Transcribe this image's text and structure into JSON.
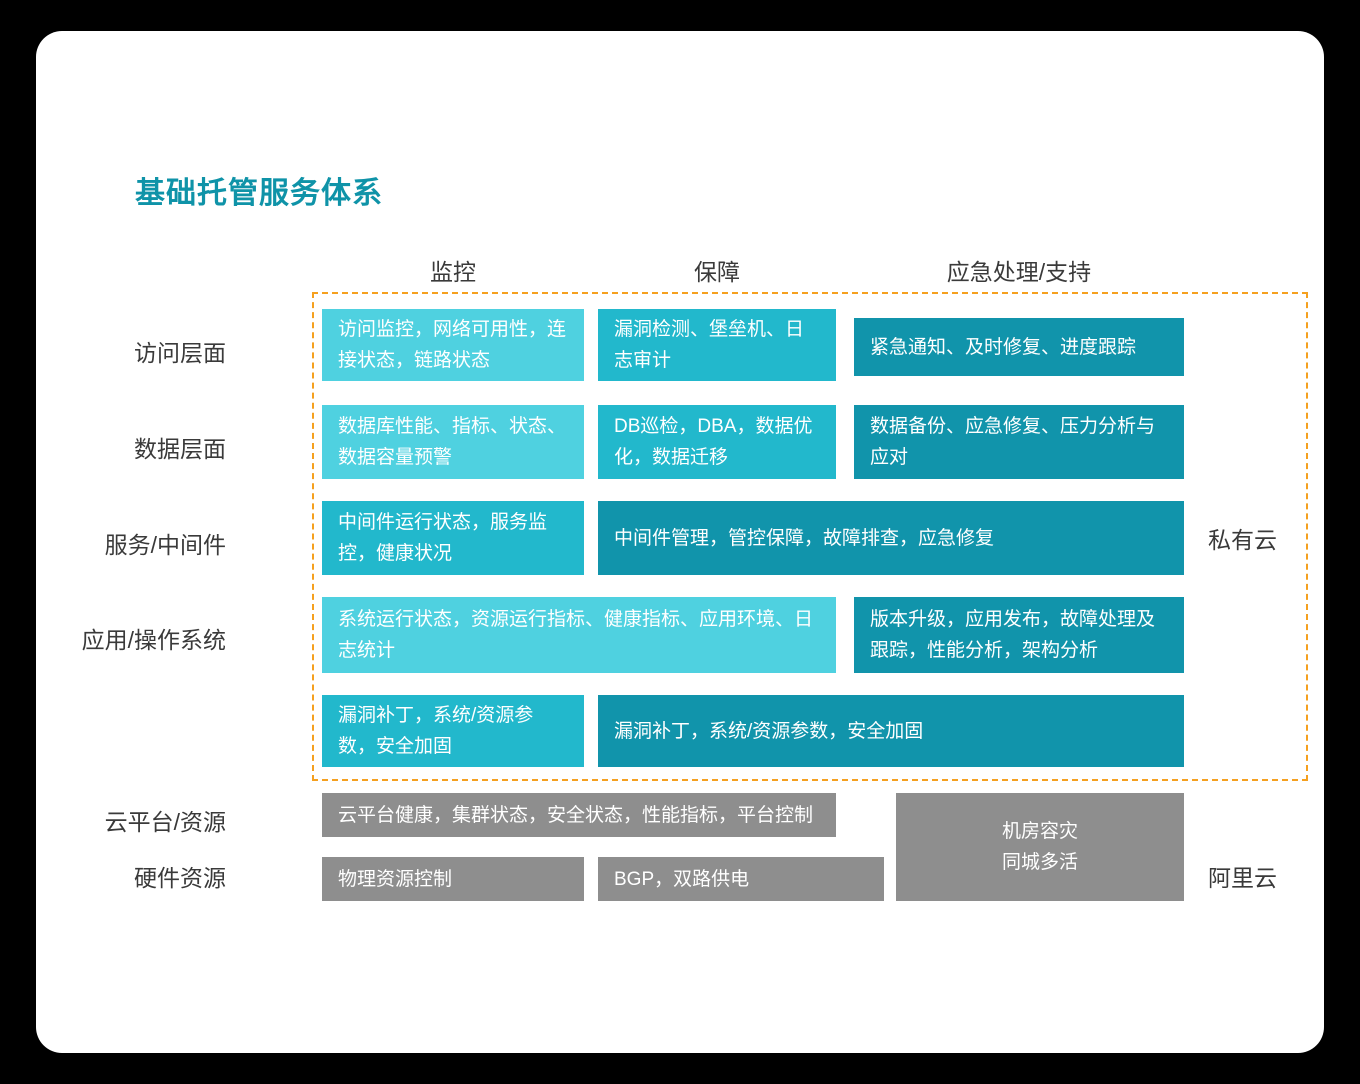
{
  "title": "基础托管服务体系",
  "columns": [
    {
      "label": "监控"
    },
    {
      "label": "保障"
    },
    {
      "label": "应急处理/支持"
    }
  ],
  "row_labels": [
    "访问层面",
    "数据层面",
    "服务/中间件",
    "应用/操作系统",
    "",
    "云平台/资源",
    "硬件资源"
  ],
  "side_labels": {
    "private_cloud": "私有云",
    "ali_cloud": "阿里云"
  },
  "cells": [
    {
      "text": "访问监控，网络可用性，连接状态，链路状态"
    },
    {
      "text": "漏洞检测、堡垒机、日志审计"
    },
    {
      "text": "紧急通知、及时修复、进度跟踪"
    },
    {
      "text": "数据库性能、指标、状态、数据容量预警"
    },
    {
      "text": "DB巡检，DBA，数据优化，数据迁移"
    },
    {
      "text": "数据备份、应急修复、压力分析与应对"
    },
    {
      "text": "中间件运行状态，服务监控，健康状况"
    },
    {
      "text": "中间件管理，管控保障，故障排查，应急修复"
    },
    {
      "text": "系统运行状态，资源运行指标、健康指标、应用环境、日志统计"
    },
    {
      "text": "版本升级，应用发布，故障处理及跟踪，性能分析，架构分析"
    },
    {
      "text": "漏洞补丁，系统/资源参数，安全加固"
    },
    {
      "text": "漏洞补丁，系统/资源参数，安全加固"
    },
    {
      "text": "云平台健康，集群状态，安全状态，性能指标，平台控制"
    },
    {
      "text": "机房容灾\n同城多活"
    },
    {
      "text": "物理资源控制"
    },
    {
      "text": "BGP，双路供电"
    }
  ],
  "colors": {
    "title": "#0f93a8",
    "cell_light": "#4fd1e0",
    "cell_mid": "#22b8cc",
    "cell_dark": "#1194ab",
    "cell_gray": "#8e8e8e",
    "dashed_border": "#f5a01f",
    "card_background": "#ffffff",
    "page_background": "#000000"
  }
}
